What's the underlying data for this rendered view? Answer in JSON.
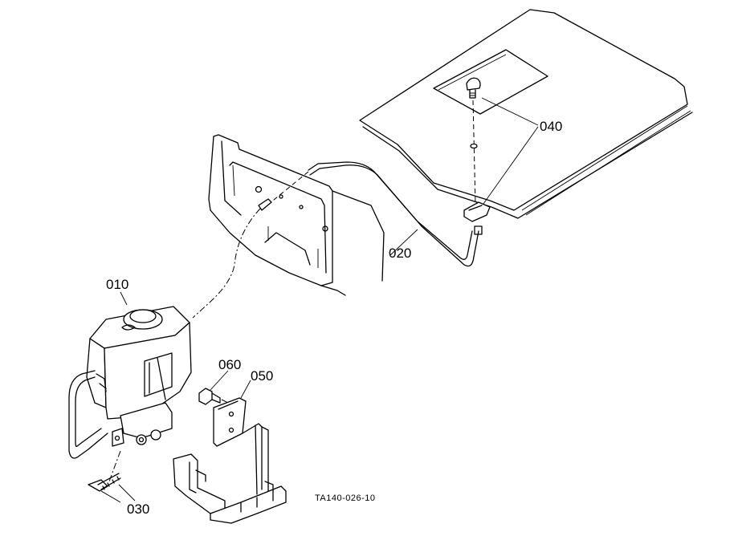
{
  "parts": [
    {
      "id": "p010",
      "label": "010"
    },
    {
      "id": "p020",
      "label": "020"
    },
    {
      "id": "p030",
      "label": "030"
    },
    {
      "id": "p040",
      "label": "040"
    },
    {
      "id": "p050",
      "label": "050"
    },
    {
      "id": "p060",
      "label": "060"
    }
  ],
  "reference_code": "TA140-026-10"
}
